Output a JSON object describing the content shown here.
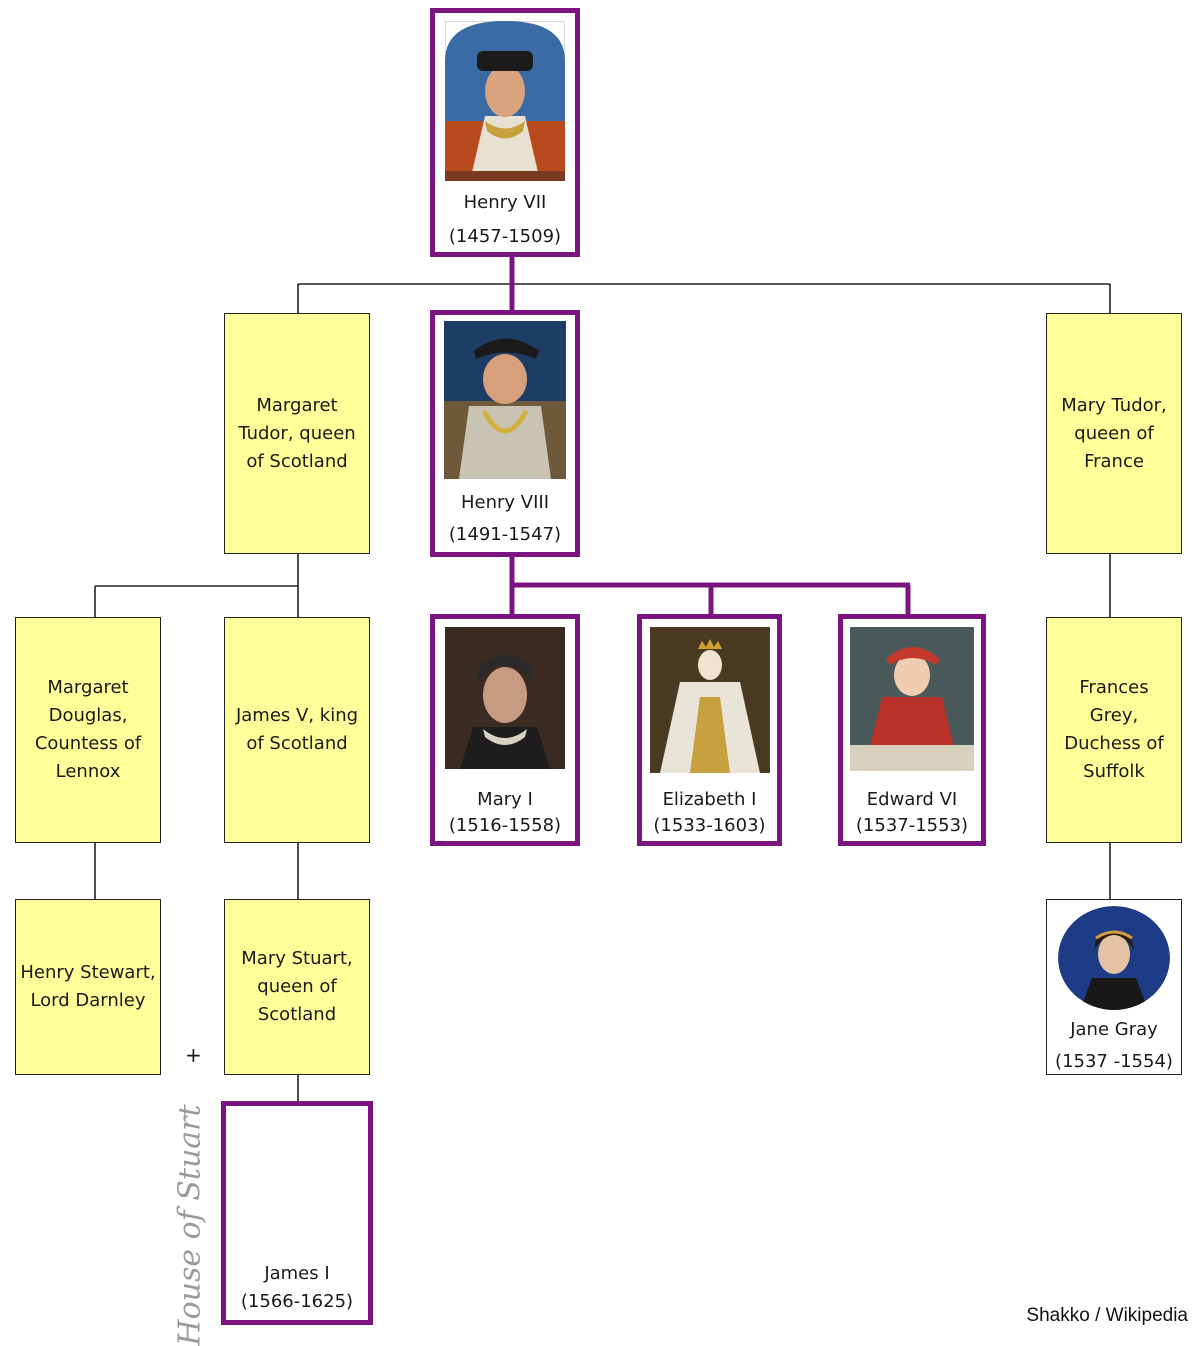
{
  "henry_vii": {
    "name": "Henry VII",
    "dates": "(1457-1509)"
  },
  "margaret_tudor": {
    "name": "Margaret Tudor, queen of Scotland"
  },
  "henry_viii": {
    "name": "Henry VIII",
    "dates": "(1491-1547)"
  },
  "mary_tudor": {
    "name": "Mary Tudor, queen of France"
  },
  "margaret_douglas": {
    "name": "Margaret Douglas, Countess of Lennox"
  },
  "james_v": {
    "name": "James V, king of Scotland"
  },
  "mary_i": {
    "name": "Mary I",
    "dates": "(1516-1558)"
  },
  "elizabeth_i": {
    "name": "Elizabeth I",
    "dates": "(1533-1603)"
  },
  "edward_vi": {
    "name": "Edward VI",
    "dates": "(1537-1553)"
  },
  "frances_grey": {
    "name": "Frances Grey, Duchess of Suffolk"
  },
  "henry_stewart": {
    "name": "Henry Stewart, Lord Darnley"
  },
  "mary_stuart": {
    "name": "Mary Stuart, queen of Scotland"
  },
  "jane_gray": {
    "name": "Jane Gray",
    "dates": "(1537 -1554)"
  },
  "james_i": {
    "name": "James I",
    "dates": "(1566-1625)"
  },
  "marriage_symbol": "+",
  "house_label": "House of Stuart",
  "credit": "Shakko / Wikipedia",
  "colors": {
    "tudor_monarch_border": "#7b1580",
    "relative_fill": "#ffff99",
    "line": "#222222"
  }
}
